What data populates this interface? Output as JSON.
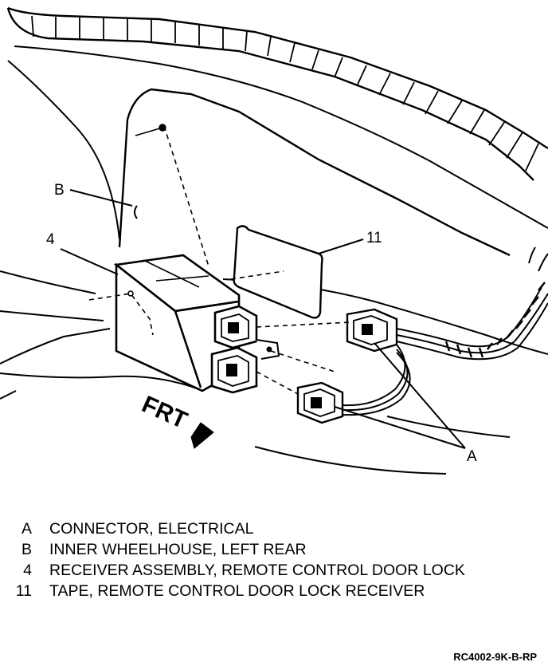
{
  "diagram": {
    "callouts": {
      "b": "B",
      "four": "4",
      "eleven": "11",
      "a": "A"
    },
    "direction_label": "FRT"
  },
  "legend": [
    {
      "key": "A",
      "text": "CONNECTOR, ELECTRICAL"
    },
    {
      "key": "B",
      "text": "INNER WHEELHOUSE, LEFT REAR"
    },
    {
      "key": "4",
      "text": "RECEIVER ASSEMBLY, REMOTE CONTROL DOOR LOCK"
    },
    {
      "key": "11",
      "text": "TAPE, REMOTE CONTROL DOOR LOCK RECEIVER"
    }
  ],
  "figure_code": "RC4002-9K-B-RP"
}
